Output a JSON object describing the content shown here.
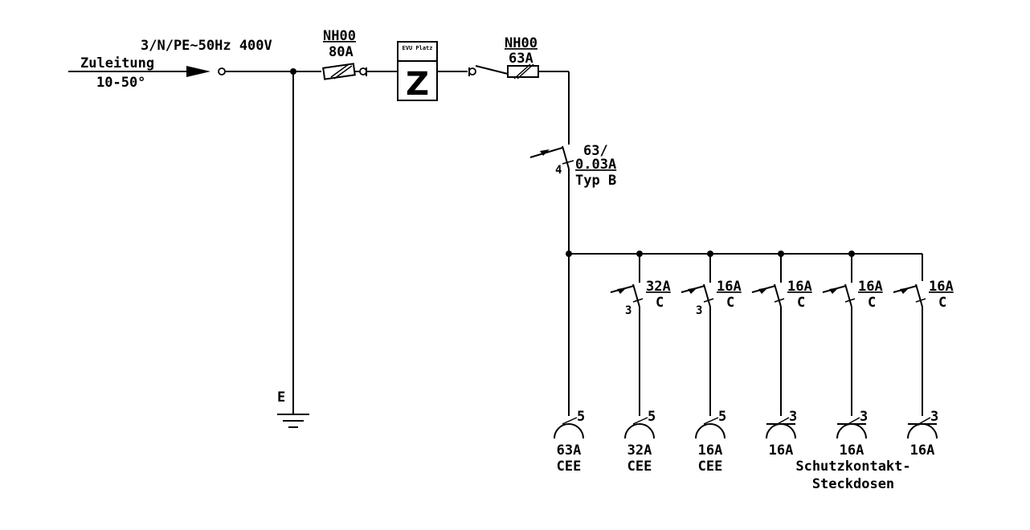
{
  "supply": {
    "label": "Zuleitung",
    "cable": "10-50°",
    "system": "3/N/PE~50Hz 400V"
  },
  "main_fuse": {
    "type": "NH00",
    "rating": "80A"
  },
  "meter": {
    "header": "EVU Platz",
    "symbol": "Z"
  },
  "sub_fuse": {
    "type": "NH00",
    "rating": "63A"
  },
  "rcd": {
    "rating": "63/",
    "sensitivity": "0.03A",
    "type": "Typ B",
    "poles": "4"
  },
  "earth": {
    "label": "E"
  },
  "breakers": [
    {
      "rating": "32A",
      "curve": "C",
      "poles": "3"
    },
    {
      "rating": "16A",
      "curve": "C",
      "poles": "3"
    },
    {
      "rating": "16A",
      "curve": "C",
      "poles": ""
    },
    {
      "rating": "16A",
      "curve": "C",
      "poles": ""
    },
    {
      "rating": "16A",
      "curve": "C",
      "poles": ""
    }
  ],
  "outlets": [
    {
      "poles": "5",
      "rating": "63A",
      "type": "CEE"
    },
    {
      "poles": "5",
      "rating": "32A",
      "type": "CEE"
    },
    {
      "poles": "5",
      "rating": "16A",
      "type": "CEE"
    },
    {
      "poles": "3",
      "rating": "16A",
      "type": ""
    },
    {
      "poles": "3",
      "rating": "16A",
      "type": ""
    },
    {
      "poles": "3",
      "rating": "16A",
      "type": ""
    }
  ],
  "schuko_label": [
    "Schutzkontakt-",
    "Steckdosen"
  ]
}
